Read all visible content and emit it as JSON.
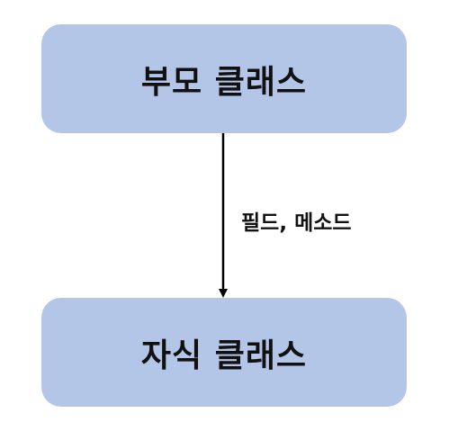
{
  "nodes": {
    "parent": {
      "label": "부모 클래스"
    },
    "child": {
      "label": "자식 클래스"
    }
  },
  "edge": {
    "label": "필드, 메소드"
  },
  "colors": {
    "box_fill": "#b4c6e7",
    "text": "#111111",
    "arrow": "#000000"
  }
}
